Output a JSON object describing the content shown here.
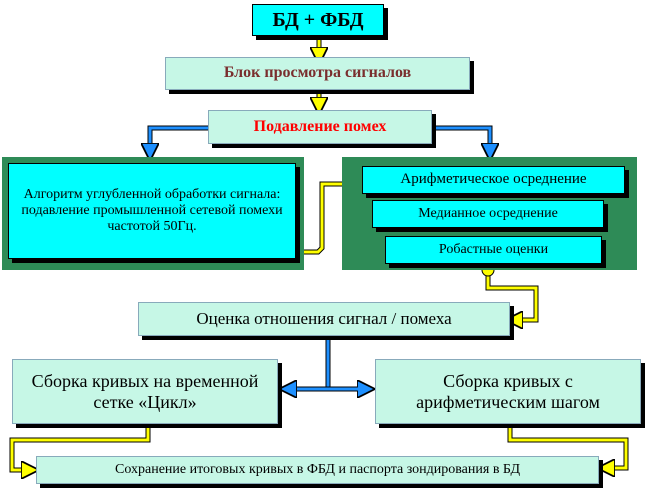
{
  "title": "БД + ФБД",
  "nodes": {
    "signal_view": "Блок просмотра сигналов",
    "noise_suppression": "Подавление помех",
    "deep_algorithm": "Алгоритм углубленной обработки сигнала: подавление промышленной сетевой помехи частотой 50Гц.",
    "arith_averaging": "Арифметическое осреднение",
    "median_averaging": "Медианное осреднение",
    "robust_estimates": "Робастные оценки",
    "snr_estimate": "Оценка отношения сигнал / помеха",
    "curves_cycle": "Сборка кривых на временной сетке «Цикл»",
    "curves_arith": "Сборка кривых с арифметическим шагом",
    "save_results": "Сохранение итоговых кривых в ФБД и паспорта зондирования в БД"
  },
  "colors": {
    "cyan": "#00ffff",
    "mint": "#c6f7e6",
    "panel_green": "#2e8b57",
    "arrow_yellow": "#ffff00",
    "arrow_blue": "#1e90ff",
    "accent_red": "#ff0000"
  }
}
